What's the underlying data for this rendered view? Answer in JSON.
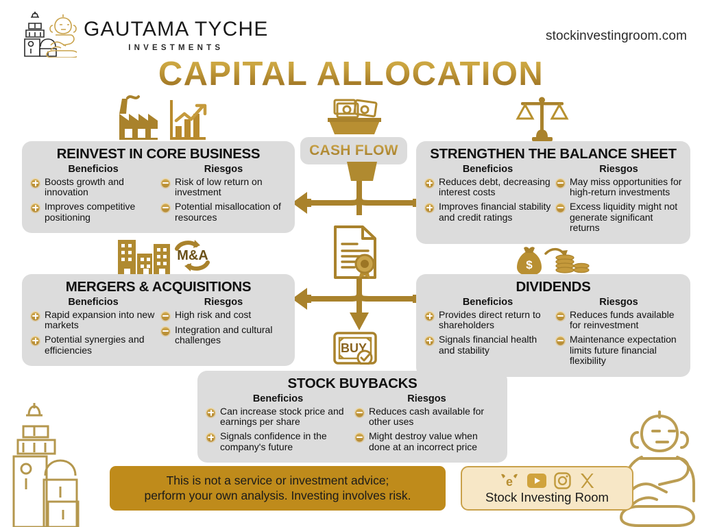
{
  "header": {
    "logo_name": "GAUTAMA TYCHE",
    "logo_sub": "INVESTMENTS",
    "logo_icon": "temple-buddha-logo-icon",
    "site_url": "stockinvestingroom.com",
    "title": "CAPITAL ALLOCATION"
  },
  "center": {
    "money_icon": "money-basket-icon",
    "cash_flow_label": "CASH FLOW",
    "document_icon": "certificate-document-icon",
    "buy_label": "BUY",
    "buy_icon": "buy-stamp-icon",
    "arrow_left_icon": "arrow-left-icon",
    "arrow_right_icon": "arrow-right-icon",
    "arrow_down_icon": "arrow-down-icon"
  },
  "labels": {
    "benefits": "Beneficios",
    "risks": "Riesgos"
  },
  "cards": [
    {
      "id": "reinvest",
      "title": "REINVEST IN CORE BUSINESS",
      "icon": "factory-growth-chart-icon",
      "benefits_head": "Beneficios",
      "risks_head": "Riesgos",
      "benefits": [
        "Boosts growth and innovation",
        "Improves competitive positioning"
      ],
      "risks": [
        "Risk of low return on investment",
        "Potential misallocation of resources"
      ]
    },
    {
      "id": "balance",
      "title": "STRENGTHEN THE BALANCE SHEET",
      "icon": "balance-scales-icon",
      "benefits_head": "Beneficios",
      "risks_head": "Riesgos",
      "benefits": [
        "Reduces debt, decreasing interest costs",
        "Improves financial stability and credit ratings"
      ],
      "risks": [
        "May miss opportunities for high-return investments",
        "Excess liquidity might not generate significant returns"
      ]
    },
    {
      "id": "ma",
      "title": "MERGERS & ACQUISITIONS",
      "icon": "buildings-ma-cycle-icon",
      "benefits_head": "Beneficios",
      "risks_head": "Riesgos",
      "benefits": [
        "Rapid expansion into new markets",
        "Potential synergies and efficiencies"
      ],
      "risks": [
        "High risk and cost",
        "Integration and cultural challenges"
      ]
    },
    {
      "id": "dividends",
      "title": "DIVIDENDS",
      "icon": "money-bag-coins-icon",
      "benefits_head": "Beneficios",
      "risks_head": "Riesgos",
      "benefits": [
        "Provides direct return to shareholders",
        "Signals financial health and stability"
      ],
      "risks": [
        "Reduces funds available for reinvestment",
        "Maintenance expectation limits future financial flexibility"
      ]
    },
    {
      "id": "buybacks",
      "title": "STOCK BUYBACKS",
      "icon": "buy-stamp-icon",
      "benefits_head": "Beneficios",
      "risks_head": "Riesgos",
      "benefits": [
        "Can increase stock price and earnings per share",
        "Signals confidence in the company's future"
      ],
      "risks": [
        "Reduces cash available for other uses",
        "Might destroy value when done at an incorrect price"
      ]
    }
  ],
  "footer": {
    "disclaimer_line1": "This is not a service or investment advice;",
    "disclaimer_line2": "perform your own analysis. Investing involves risk.",
    "social_label": "Stock Investing Room",
    "social_icons": [
      "etoro-bull-icon",
      "youtube-icon",
      "instagram-icon",
      "x-twitter-icon"
    ]
  },
  "decor": {
    "left_icon": "temple-outline-icon",
    "right_icon": "buddha-outline-icon"
  },
  "colors": {
    "gold": "#b0842c",
    "gold_light": "#d4ae55",
    "card_gray": "#dcdcdc",
    "disclaimer_bg": "#bf8b1b",
    "badge_bg": "#f7e7c6"
  }
}
